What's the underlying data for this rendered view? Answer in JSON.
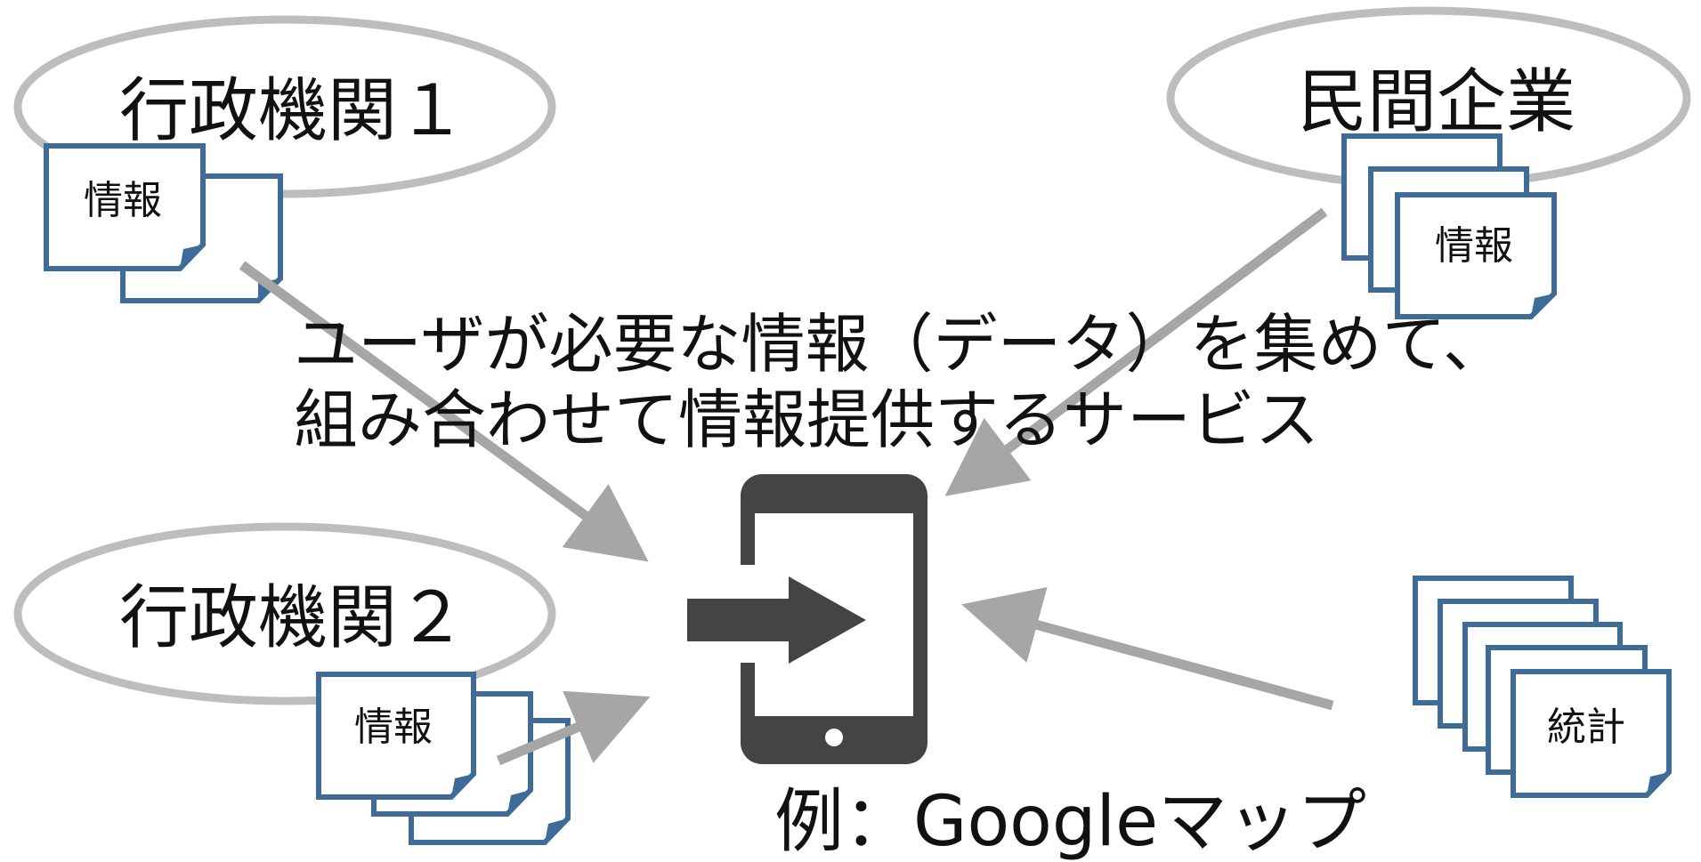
{
  "sources": {
    "gov1": {
      "label": "行政機関１",
      "doc_label": "情報"
    },
    "gov2": {
      "label": "行政機関２",
      "doc_label": "情報"
    },
    "private": {
      "label": "民間企業",
      "doc_label": "情報"
    },
    "stats": {
      "doc_label": "統計"
    }
  },
  "title": {
    "line1": "ユーザが必要な情報（データ）を集めて、",
    "line2": "組み合わせて情報提供するサービス"
  },
  "example": "例：Googleマップ",
  "colors": {
    "ellipse_stroke": "#bdbdbd",
    "doc_stroke": "#3e6b9a",
    "arrow": "#a6a6a6",
    "phone": "#444444"
  },
  "icons": {
    "device": "smartphone-input-icon"
  }
}
